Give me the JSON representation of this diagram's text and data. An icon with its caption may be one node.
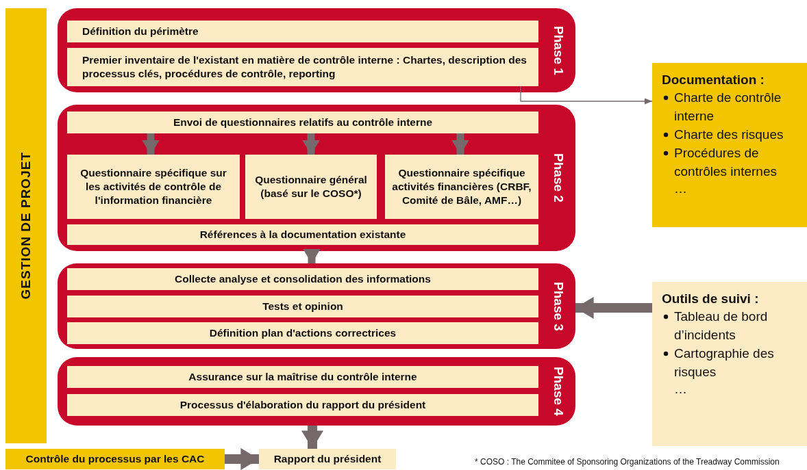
{
  "diagram": {
    "nodes": [
      {
        "text": [
          "GESTION DE PROJET"
        ]
      },
      {
        "text": [
          "Phase 1"
        ]
      },
      {
        "text": [
          "Définition du périmètre"
        ],
        "in": 1
      },
      {
        "text": [
          "Premier inventaire de l'existant en matière de contrôle interne : Chartes, description des processus clés, procédures de contrôle, reporting"
        ],
        "in": 1
      },
      {
        "text": [
          "Phase 2"
        ]
      },
      {
        "text": [
          "Envoi de questionnaires relatifs au contrôle interne"
        ],
        "in": 4
      },
      {
        "text": [
          "Questionnaire spécifique sur les activités de contrôle de l'information financière"
        ],
        "in": 4
      },
      {
        "text": [
          "Questionnaire général (basé sur le COSO*)"
        ],
        "in": 4
      },
      {
        "text": [
          "Questionnaire spécifique activités financières (CRBF, Comité de Bâle, AMF…)"
        ],
        "in": 4
      },
      {
        "text": [
          "Références à la documentation existante"
        ],
        "in": 4
      },
      {
        "text": [
          "Phase 3"
        ]
      },
      {
        "text": [
          "Collecte analyse et consolidation des informations"
        ],
        "in": 10
      },
      {
        "text": [
          "Tests et opinion"
        ],
        "in": 10
      },
      {
        "text": [
          "Définition plan d'actions correctrices"
        ],
        "in": 10
      },
      {
        "text": [
          "Phase 4"
        ]
      },
      {
        "text": [
          "Assurance sur la maîtrise du contrôle interne"
        ],
        "in": 14
      },
      {
        "text": [
          "Processus d'élaboration du rapport du président"
        ],
        "in": 14
      },
      {
        "text": [
          "Documentation :",
          "Charte de contrôle interne",
          "Charte des risques",
          "Procédures de contrôles internes",
          "…"
        ]
      },
      {
        "text": [
          "Outils de suivi :",
          "Tableau de bord d’incidents",
          "Cartographie des risques",
          "…"
        ]
      },
      {
        "text": [
          "Contrôle du processus par les CAC"
        ]
      },
      {
        "text": [
          "Rapport du président"
        ]
      }
    ],
    "edges": [
      {
        "from": 5,
        "to": 6,
        "arrow": "to"
      },
      {
        "from": 5,
        "to": 7,
        "arrow": "to"
      },
      {
        "from": 5,
        "to": 8,
        "arrow": "to"
      },
      {
        "from": 3,
        "to": 17,
        "arrow": "to"
      },
      {
        "from": 4,
        "to": 10,
        "arrow": "to"
      },
      {
        "from": 18,
        "to": 10,
        "arrow": "to"
      },
      {
        "from": 14,
        "to": 20,
        "arrow": "to"
      },
      {
        "from": 19,
        "to": 20,
        "arrow": "to"
      }
    ],
    "labels": [
      "* COSO : The Commitee of Sponsoring Organizations of the Treadway Commission"
    ]
  }
}
